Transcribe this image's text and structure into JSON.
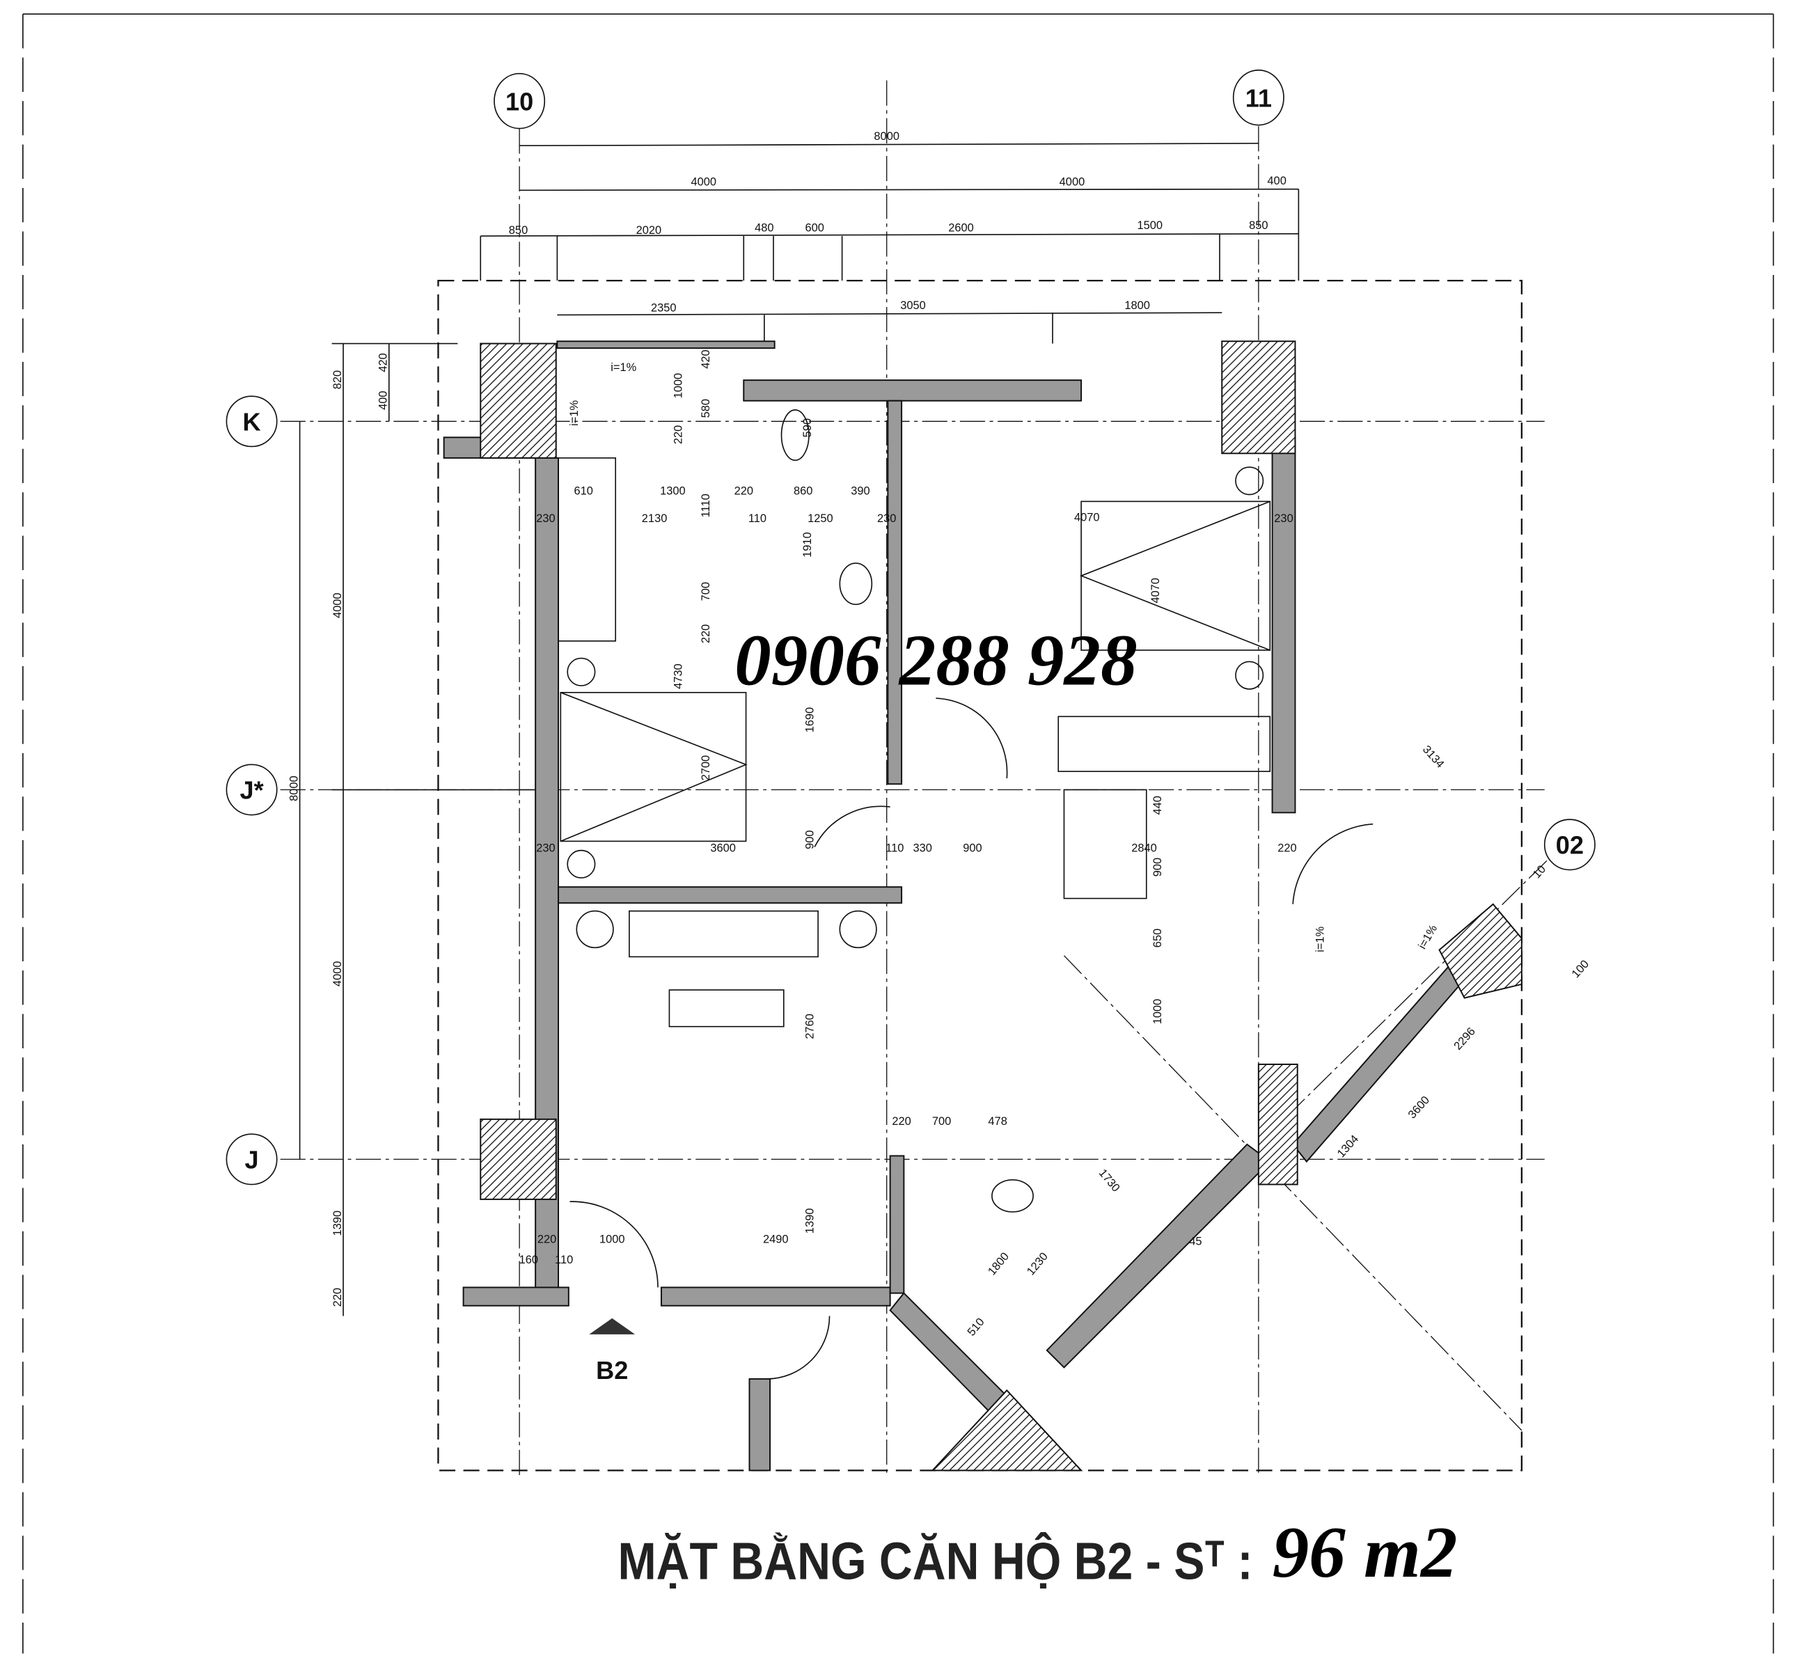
{
  "grid_axes": {
    "col_10": "10",
    "col_11": "11",
    "row_k": "K",
    "row_jstar": "J*",
    "row_j": "J",
    "diag_02": "02"
  },
  "dims_top": [
    "8000",
    "4000",
    "4000",
    "400",
    "850",
    "2020",
    "480",
    "600",
    "2600",
    "1500",
    "850",
    "2350",
    "3050",
    "1800"
  ],
  "dims_left": [
    "820",
    "420",
    "400",
    "4000",
    "8000",
    "4000",
    "1390",
    "220"
  ],
  "dims_interior": [
    "610",
    "1300",
    "220",
    "860",
    "390",
    "230",
    "2130",
    "110",
    "1250",
    "230",
    "4070",
    "230",
    "1110",
    "1910",
    "700",
    "220",
    "4730",
    "1690",
    "2700",
    "4070",
    "3600",
    "230",
    "900",
    "110",
    "330",
    "900",
    "2840",
    "220",
    "440",
    "900",
    "650",
    "1000",
    "2760",
    "220",
    "700",
    "478",
    "1730",
    "1800",
    "1230",
    "510",
    "45",
    "1390",
    "2490",
    "1000",
    "220",
    "160",
    "110",
    "3134",
    "2296",
    "3600",
    "1304",
    "10",
    "100",
    "590",
    "580",
    "1000",
    "420",
    "220"
  ],
  "slope_labels": [
    "i=1%",
    "i=1%",
    "i=1%",
    "i=1%"
  ],
  "unit_label": "B2",
  "watermark_phone": "0906 288 928",
  "title": {
    "text": "MẶT BẰNG CĂN HỘ B2 - Sᵀ :",
    "area": "96 m2"
  }
}
